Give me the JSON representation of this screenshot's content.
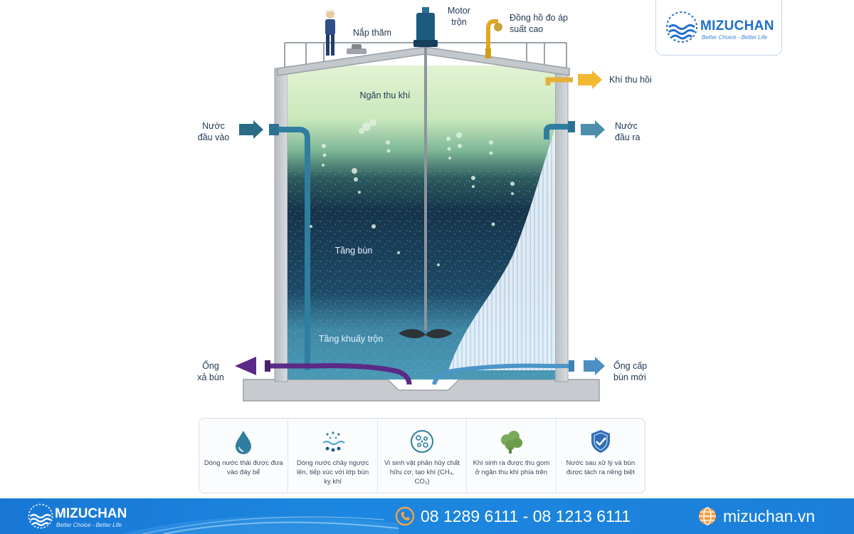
{
  "logo": {
    "brand": "MIZUCHAN",
    "slogan": "Better Choice - Better Life",
    "accent": "#1f6fc9"
  },
  "labels": {
    "nap_tham": "Nắp thăm",
    "motor_line1": "Motor",
    "motor_line2": "trộn",
    "gauge_line1": "Đồng hồ đo áp",
    "gauge_line2": "suất cao",
    "gas_out": "Khí thu hồi",
    "water_in_line1": "Nước",
    "water_in_line2": "đầu vào",
    "water_out_line1": "Nước",
    "water_out_line2": "đầu ra",
    "gas_chamber": "Ngăn thu khí",
    "sludge_layer": "Tầng bùn",
    "mixing_layer": "Tầng khuấy trộn",
    "sludge_out_line1": "Ống",
    "sludge_out_line2": "xả bùn",
    "sludge_in_line1": "Ống cấp",
    "sludge_in_line2": "bùn mới"
  },
  "steps": [
    {
      "icon": "water-drop-icon",
      "text": "Dòng nước thải được đưa vào đáy bể"
    },
    {
      "icon": "upflow-particles-icon",
      "text": "Dòng nước chảy ngược lên, tiếp xúc với lớp bùn kỵ khí"
    },
    {
      "icon": "microbe-icon",
      "text": "Vi sinh vật phân hủy chất hữu cơ, tạo khí (CH₄, CO₂)"
    },
    {
      "icon": "gas-cloud-icon",
      "text": "Khí sinh ra được thu gom ở ngăn thu khí phía trên"
    },
    {
      "icon": "shield-check-icon",
      "text": "Nước sau xử lý và bùn được tách ra riêng biệt"
    }
  ],
  "footer": {
    "brand": "MIZUCHAN",
    "slogan": "Better Choice - Better Life",
    "phone": "08 1289 6111 - 08 1213 6111",
    "website": "mizuchan.vn"
  },
  "colors": {
    "footer_bg": "#1b7fd9",
    "inlet_pipe": "#2f7ea0",
    "sludge_out_pipe": "#5b2a86",
    "gas_arrow": "#f1b92f",
    "tank_concrete": "#c9cdd1"
  }
}
